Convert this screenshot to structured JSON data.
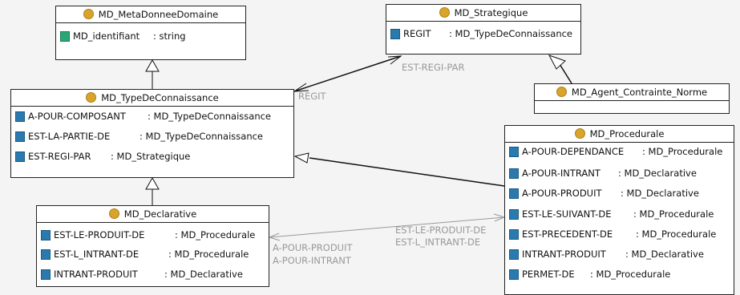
{
  "classes": {
    "meta": {
      "name": "MD_MetaDonneeDomaine",
      "attrs": [
        {
          "name": "MD_identifiant",
          "type": ": string",
          "icon": "green"
        }
      ]
    },
    "strategique": {
      "name": "MD_Strategique",
      "attrs": [
        {
          "name": "REGIT",
          "type": ": MD_TypeDeConnaissance",
          "icon": "blue"
        }
      ]
    },
    "agent": {
      "name": "MD_Agent_Contrainte_Norme",
      "attrs": []
    },
    "type": {
      "name": "MD_TypeDeConnaissance",
      "attrs": [
        {
          "name": "A-POUR-COMPOSANT",
          "type": ": MD_TypeDeConnaissance",
          "icon": "blue"
        },
        {
          "name": "EST-LA-PARTIE-DE",
          "type": ": MD_TypeDeConnaissance",
          "icon": "blue"
        },
        {
          "name": "EST-REGI-PAR",
          "type": ": MD_Strategique",
          "icon": "blue"
        }
      ]
    },
    "procedurale": {
      "name": "MD_Procedurale",
      "attrs": [
        {
          "name": "A-POUR-DEPENDANCE",
          "type": ": MD_Procedurale",
          "icon": "blue"
        },
        {
          "name": "A-POUR-INTRANT",
          "type": ": MD_Declarative",
          "icon": "blue"
        },
        {
          "name": "A-POUR-PRODUIT",
          "type": ": MD_Declarative",
          "icon": "blue"
        },
        {
          "name": "EST-LE-SUIVANT-DE",
          "type": ": MD_Procedurale",
          "icon": "blue"
        },
        {
          "name": "EST-PRECEDENT-DE",
          "type": ": MD_Procedurale",
          "icon": "blue"
        },
        {
          "name": "INTRANT-PRODUIT",
          "type": ": MD_Declarative",
          "icon": "blue"
        },
        {
          "name": "PERMET-DE",
          "type": ": MD_Procedurale",
          "icon": "blue"
        }
      ]
    },
    "declarative": {
      "name": "MD_Declarative",
      "attrs": [
        {
          "name": "EST-LE-PRODUIT-DE",
          "type": ": MD_Procedurale",
          "icon": "blue"
        },
        {
          "name": "EST-L_INTRANT-DE",
          "type": ": MD_Procedurale",
          "icon": "blue"
        },
        {
          "name": "INTRANT-PRODUIT",
          "type": ": MD_Declarative",
          "icon": "blue"
        }
      ]
    }
  },
  "relations": {
    "est_regi_par": "EST-REGI-PAR",
    "regit": "REGIT",
    "a_pour_produit": "A-POUR-PRODUIT",
    "a_pour_intrant": "A-POUR-INTRANT",
    "est_le_produit_de": "EST-LE-PRODUIT-DE",
    "est_l_intrant_de": "EST-L_INTRANT-DE"
  },
  "colors": {
    "line": "#111111",
    "assoc_line": "#999999",
    "label": "#999999",
    "attr_icon": "#2a7ab0",
    "attr_icon_key": "#2aa775",
    "class_icon": "#d9a42b"
  }
}
